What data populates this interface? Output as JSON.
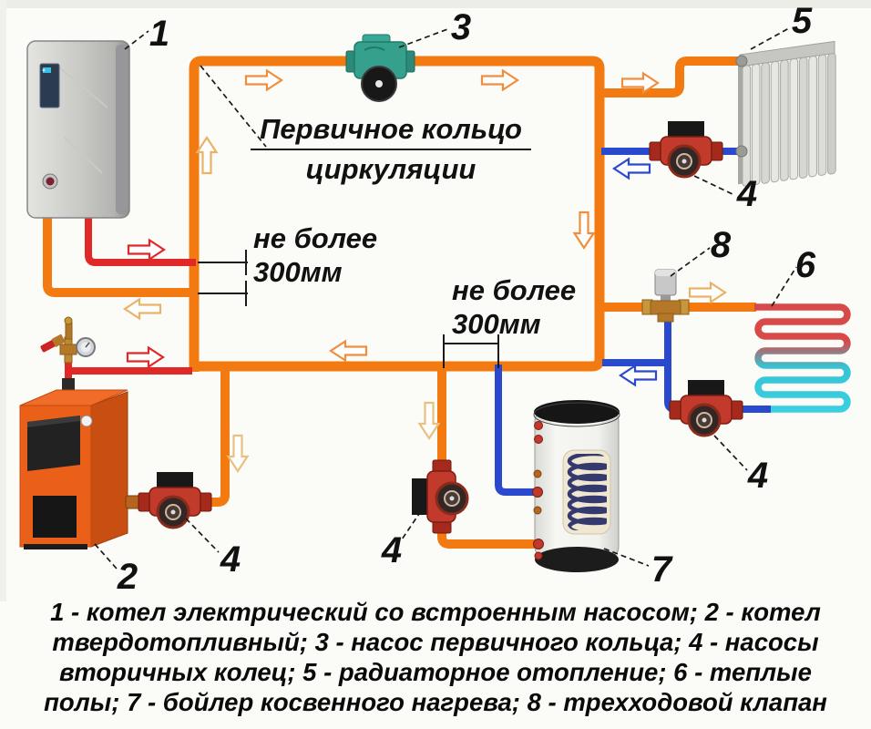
{
  "diagram": {
    "annotation": {
      "line1": "Первичное кольцо",
      "line2": "циркуляции"
    },
    "dim1": {
      "line1": "не более",
      "line2": "300мм"
    },
    "dim2": {
      "line1": "не более",
      "line2": "300мм"
    },
    "labels": {
      "electric_boiler": "1",
      "solid_fuel_boiler": "2",
      "primary_pump": "3",
      "secondary_pump": "4",
      "radiator": "5",
      "floor_heating": "6",
      "indirect_boiler": "7",
      "three_way_valve": "8"
    },
    "legend": {
      "line1": "1 - котел электрический со встроенным насосом; 2 - котел",
      "line2": "твердотопливный; 3 - насос первичного кольца; 4 - насосы",
      "line3": "вторичных колец; 5 - радиаторное отопление; 6 - теплые",
      "line4": "полы; 7 - бойлер косвенного нагрева; 8 - трехходовой клапан"
    },
    "colors": {
      "supply_pipe_orange": "#f27a10",
      "hot_pipe_red": "#e02828",
      "return_pipe_blue": "#2b49cc",
      "floor_coil_warm": "#d84a4a",
      "floor_coil_cool": "#3ad2e2",
      "primary_pump_body": "#35a08c",
      "secondary_pump_body": "#c13a2b",
      "solid_fuel_boiler_body": "#ea6018"
    }
  }
}
